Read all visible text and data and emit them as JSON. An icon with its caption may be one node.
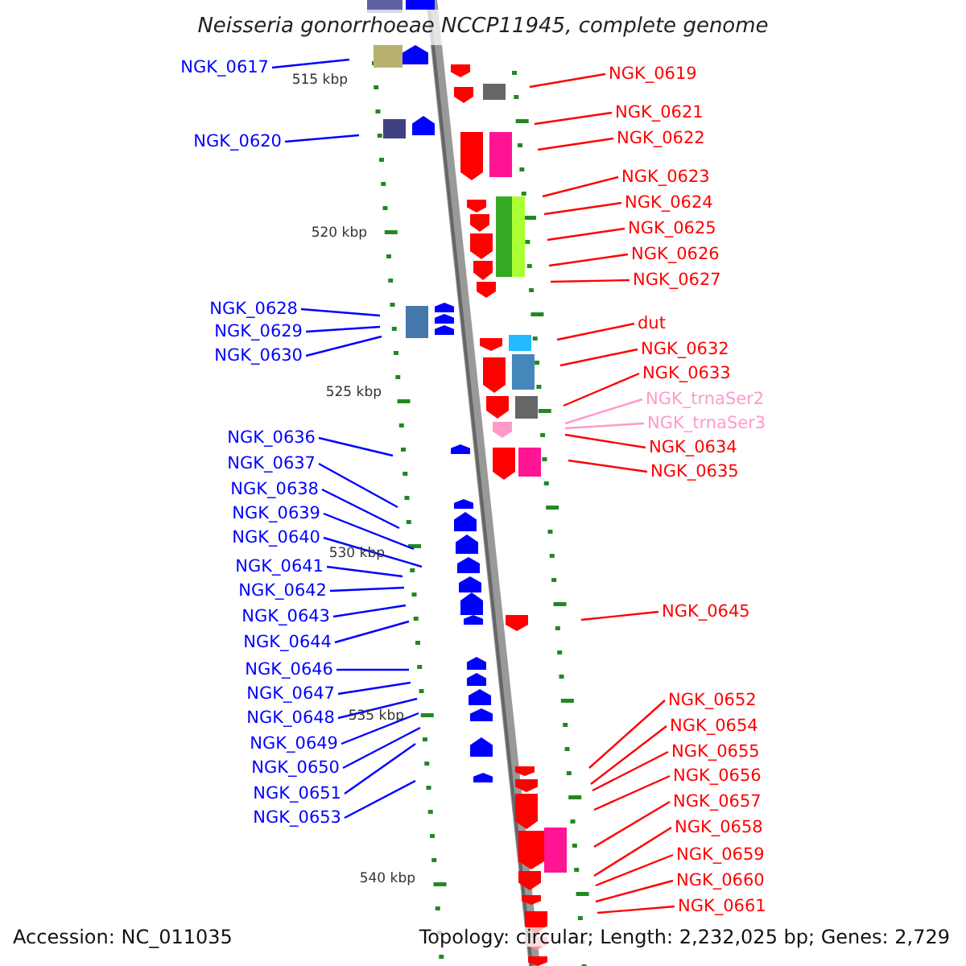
{
  "diagram": {
    "title": "Neisseria gonorrhoeae NCCP11945, complete genome",
    "nodes": [
      {
        "text": [
          "NGK_0617"
        ]
      },
      {
        "text": [
          "NGK_0620"
        ]
      },
      {
        "text": [
          "NGK_0628"
        ]
      },
      {
        "text": [
          "NGK_0629"
        ]
      },
      {
        "text": [
          "NGK_0630"
        ]
      },
      {
        "text": [
          "NGK_0636"
        ]
      },
      {
        "text": [
          "NGK_0637"
        ]
      },
      {
        "text": [
          "NGK_0638"
        ]
      },
      {
        "text": [
          "NGK_0639"
        ]
      },
      {
        "text": [
          "NGK_0640"
        ]
      },
      {
        "text": [
          "NGK_0641"
        ]
      },
      {
        "text": [
          "NGK_0642"
        ]
      },
      {
        "text": [
          "NGK_0643"
        ]
      },
      {
        "text": [
          "NGK_0644"
        ]
      },
      {
        "text": [
          "NGK_0646"
        ]
      },
      {
        "text": [
          "NGK_0647"
        ]
      },
      {
        "text": [
          "NGK_0648"
        ]
      },
      {
        "text": [
          "NGK_0649"
        ]
      },
      {
        "text": [
          "NGK_0650"
        ]
      },
      {
        "text": [
          "NGK_0651"
        ]
      },
      {
        "text": [
          "NGK_0653"
        ]
      },
      {
        "text": [
          "NGK_0619"
        ]
      },
      {
        "text": [
          "NGK_0621"
        ]
      },
      {
        "text": [
          "NGK_0622"
        ]
      },
      {
        "text": [
          "NGK_0623"
        ]
      },
      {
        "text": [
          "NGK_0624"
        ]
      },
      {
        "text": [
          "NGK_0625"
        ]
      },
      {
        "text": [
          "NGK_0626"
        ]
      },
      {
        "text": [
          "NGK_0627"
        ]
      },
      {
        "text": [
          "dut"
        ]
      },
      {
        "text": [
          "NGK_0632"
        ]
      },
      {
        "text": [
          "NGK_0633"
        ]
      },
      {
        "text": [
          "NGK_trnaSer2"
        ]
      },
      {
        "text": [
          "NGK_trnaSer3"
        ]
      },
      {
        "text": [
          "NGK_0634"
        ]
      },
      {
        "text": [
          "NGK_0635"
        ]
      },
      {
        "text": [
          "NGK_0645"
        ]
      },
      {
        "text": [
          "NGK_0652"
        ]
      },
      {
        "text": [
          "NGK_0654"
        ]
      },
      {
        "text": [
          "NGK_0655"
        ]
      },
      {
        "text": [
          "NGK_0656"
        ]
      },
      {
        "text": [
          "NGK_0657"
        ]
      },
      {
        "text": [
          "NGK_0658"
        ]
      },
      {
        "text": [
          "NGK_0659"
        ]
      },
      {
        "text": [
          "NGK_0660"
        ]
      },
      {
        "text": [
          "NGK_0661"
        ]
      }
    ],
    "edges": [
      {
        "from": 0,
        "to": null,
        "arrow": "none",
        "color": "#0000ff"
      },
      {
        "from": 1,
        "to": null,
        "arrow": "none",
        "color": "#0000ff"
      },
      {
        "from": 2,
        "to": null,
        "arrow": "none",
        "color": "#0000ff"
      },
      {
        "from": 3,
        "to": null,
        "arrow": "none",
        "color": "#0000ff"
      },
      {
        "from": 4,
        "to": null,
        "arrow": "none",
        "color": "#0000ff"
      },
      {
        "from": 5,
        "to": null,
        "arrow": "none",
        "color": "#0000ff"
      },
      {
        "from": 6,
        "to": null,
        "arrow": "none",
        "color": "#0000ff"
      },
      {
        "from": 7,
        "to": null,
        "arrow": "none",
        "color": "#0000ff"
      },
      {
        "from": 8,
        "to": null,
        "arrow": "none",
        "color": "#0000ff"
      },
      {
        "from": 9,
        "to": null,
        "arrow": "none",
        "color": "#0000ff"
      },
      {
        "from": 10,
        "to": null,
        "arrow": "none",
        "color": "#0000ff"
      },
      {
        "from": 11,
        "to": null,
        "arrow": "none",
        "color": "#0000ff"
      },
      {
        "from": 12,
        "to": null,
        "arrow": "none",
        "color": "#0000ff"
      },
      {
        "from": 13,
        "to": null,
        "arrow": "none",
        "color": "#0000ff"
      },
      {
        "from": 14,
        "to": null,
        "arrow": "none",
        "color": "#0000ff"
      },
      {
        "from": 15,
        "to": null,
        "arrow": "none",
        "color": "#0000ff"
      },
      {
        "from": 16,
        "to": null,
        "arrow": "none",
        "color": "#0000ff"
      },
      {
        "from": 17,
        "to": null,
        "arrow": "none",
        "color": "#0000ff"
      },
      {
        "from": 18,
        "to": null,
        "arrow": "none",
        "color": "#0000ff"
      },
      {
        "from": 19,
        "to": null,
        "arrow": "none",
        "color": "#0000ff"
      },
      {
        "from": 20,
        "to": null,
        "arrow": "none",
        "color": "#0000ff"
      },
      {
        "from": 21,
        "to": null,
        "arrow": "none"
      },
      {
        "from": 22,
        "to": null,
        "arrow": "none"
      },
      {
        "from": 23,
        "to": null,
        "arrow": "none"
      },
      {
        "from": 24,
        "to": null,
        "arrow": "none"
      },
      {
        "from": 25,
        "to": null,
        "arrow": "none"
      },
      {
        "from": 26,
        "to": null,
        "arrow": "none"
      },
      {
        "from": 27,
        "to": null,
        "arrow": "none"
      },
      {
        "from": 28,
        "to": null,
        "arrow": "none"
      },
      {
        "from": 29,
        "to": null,
        "arrow": "none"
      },
      {
        "from": 30,
        "to": null,
        "arrow": "none"
      },
      {
        "from": 31,
        "to": null,
        "arrow": "none"
      },
      {
        "from": 32,
        "to": null,
        "arrow": "none",
        "color": "#ff99cc"
      },
      {
        "from": 33,
        "to": null,
        "arrow": "none",
        "color": "#ff99cc"
      },
      {
        "from": 34,
        "to": null,
        "arrow": "none"
      },
      {
        "from": 35,
        "to": null,
        "arrow": "none"
      },
      {
        "from": 36,
        "to": null,
        "arrow": "none"
      },
      {
        "from": 37,
        "to": null,
        "arrow": "none"
      },
      {
        "from": 38,
        "to": null,
        "arrow": "none"
      },
      {
        "from": 39,
        "to": null,
        "arrow": "none"
      },
      {
        "from": 40,
        "to": null,
        "arrow": "none"
      },
      {
        "from": 41,
        "to": null,
        "arrow": "none"
      },
      {
        "from": 42,
        "to": null,
        "arrow": "none"
      },
      {
        "from": 43,
        "to": null,
        "arrow": "none"
      },
      {
        "from": 44,
        "to": null,
        "arrow": "none"
      },
      {
        "from": 45,
        "to": null,
        "arrow": "none"
      }
    ],
    "labels": [
      "515 kbp",
      "520 kbp",
      "525 kbp",
      "530 kbp",
      "535 kbp",
      "540 kbp",
      "Accession: NC_011035",
      "Topology: circular; Length: 2,232,025 bp; Genes: 2,729"
    ]
  }
}
